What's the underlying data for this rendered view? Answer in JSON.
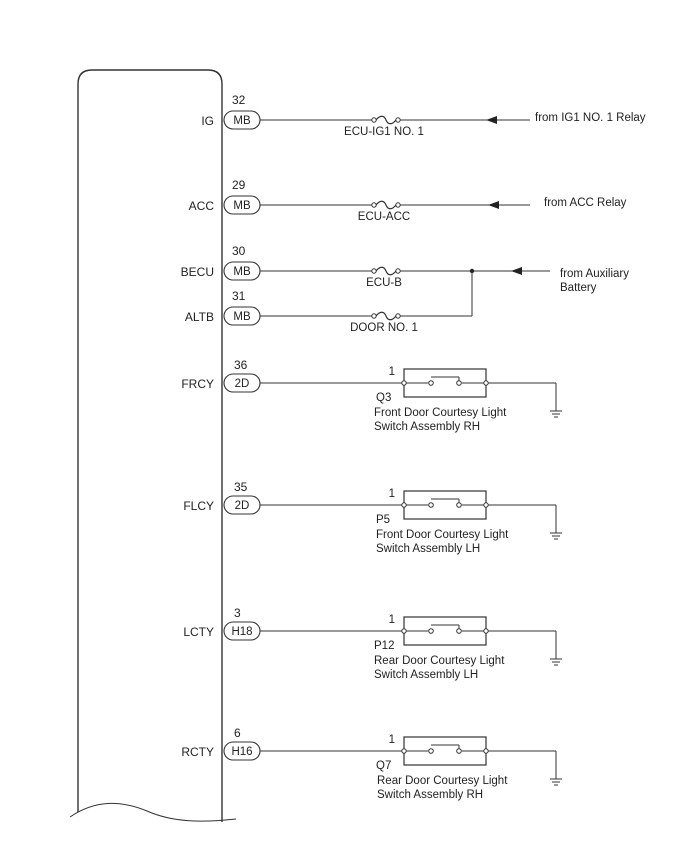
{
  "fuse_rows": [
    {
      "terminal": "IG",
      "pin": "32",
      "connector": "MB",
      "fuse": "ECU-IG1 NO. 1",
      "source": "from IG1 NO. 1 Relay"
    },
    {
      "terminal": "ACC",
      "pin": "29",
      "connector": "MB",
      "fuse": "ECU-ACC",
      "source": "from ACC Relay"
    },
    {
      "terminal": "BECU",
      "pin": "30",
      "connector": "MB",
      "fuse": "ECU-B",
      "source": [
        "from Auxiliary",
        "Battery"
      ]
    },
    {
      "terminal": "ALTB",
      "pin": "31",
      "connector": "MB",
      "fuse": "DOOR NO. 1"
    }
  ],
  "switch_rows": [
    {
      "terminal": "FRCY",
      "pin": "36",
      "connector": "2D",
      "switch_pin": "1",
      "switch_connector": "Q3",
      "component": [
        "Front Door Courtesy Light",
        "Switch Assembly RH"
      ]
    },
    {
      "terminal": "FLCY",
      "pin": "35",
      "connector": "2D",
      "switch_pin": "1",
      "switch_connector": "P5",
      "component": [
        "Front Door Courtesy Light",
        "Switch Assembly LH"
      ]
    },
    {
      "terminal": "LCTY",
      "pin": "3",
      "connector": "H18",
      "switch_pin": "1",
      "switch_connector": "P12",
      "component": [
        "Rear Door Courtesy Light",
        "Switch Assembly LH"
      ]
    },
    {
      "terminal": "RCTY",
      "pin": "6",
      "connector": "H16",
      "switch_pin": "1",
      "switch_connector": "Q7",
      "component": [
        "Rear Door Courtesy Light",
        "Switch Assembly RH"
      ]
    }
  ],
  "colors": {
    "line": "#333333",
    "text": "#222222",
    "background": "#ffffff"
  }
}
